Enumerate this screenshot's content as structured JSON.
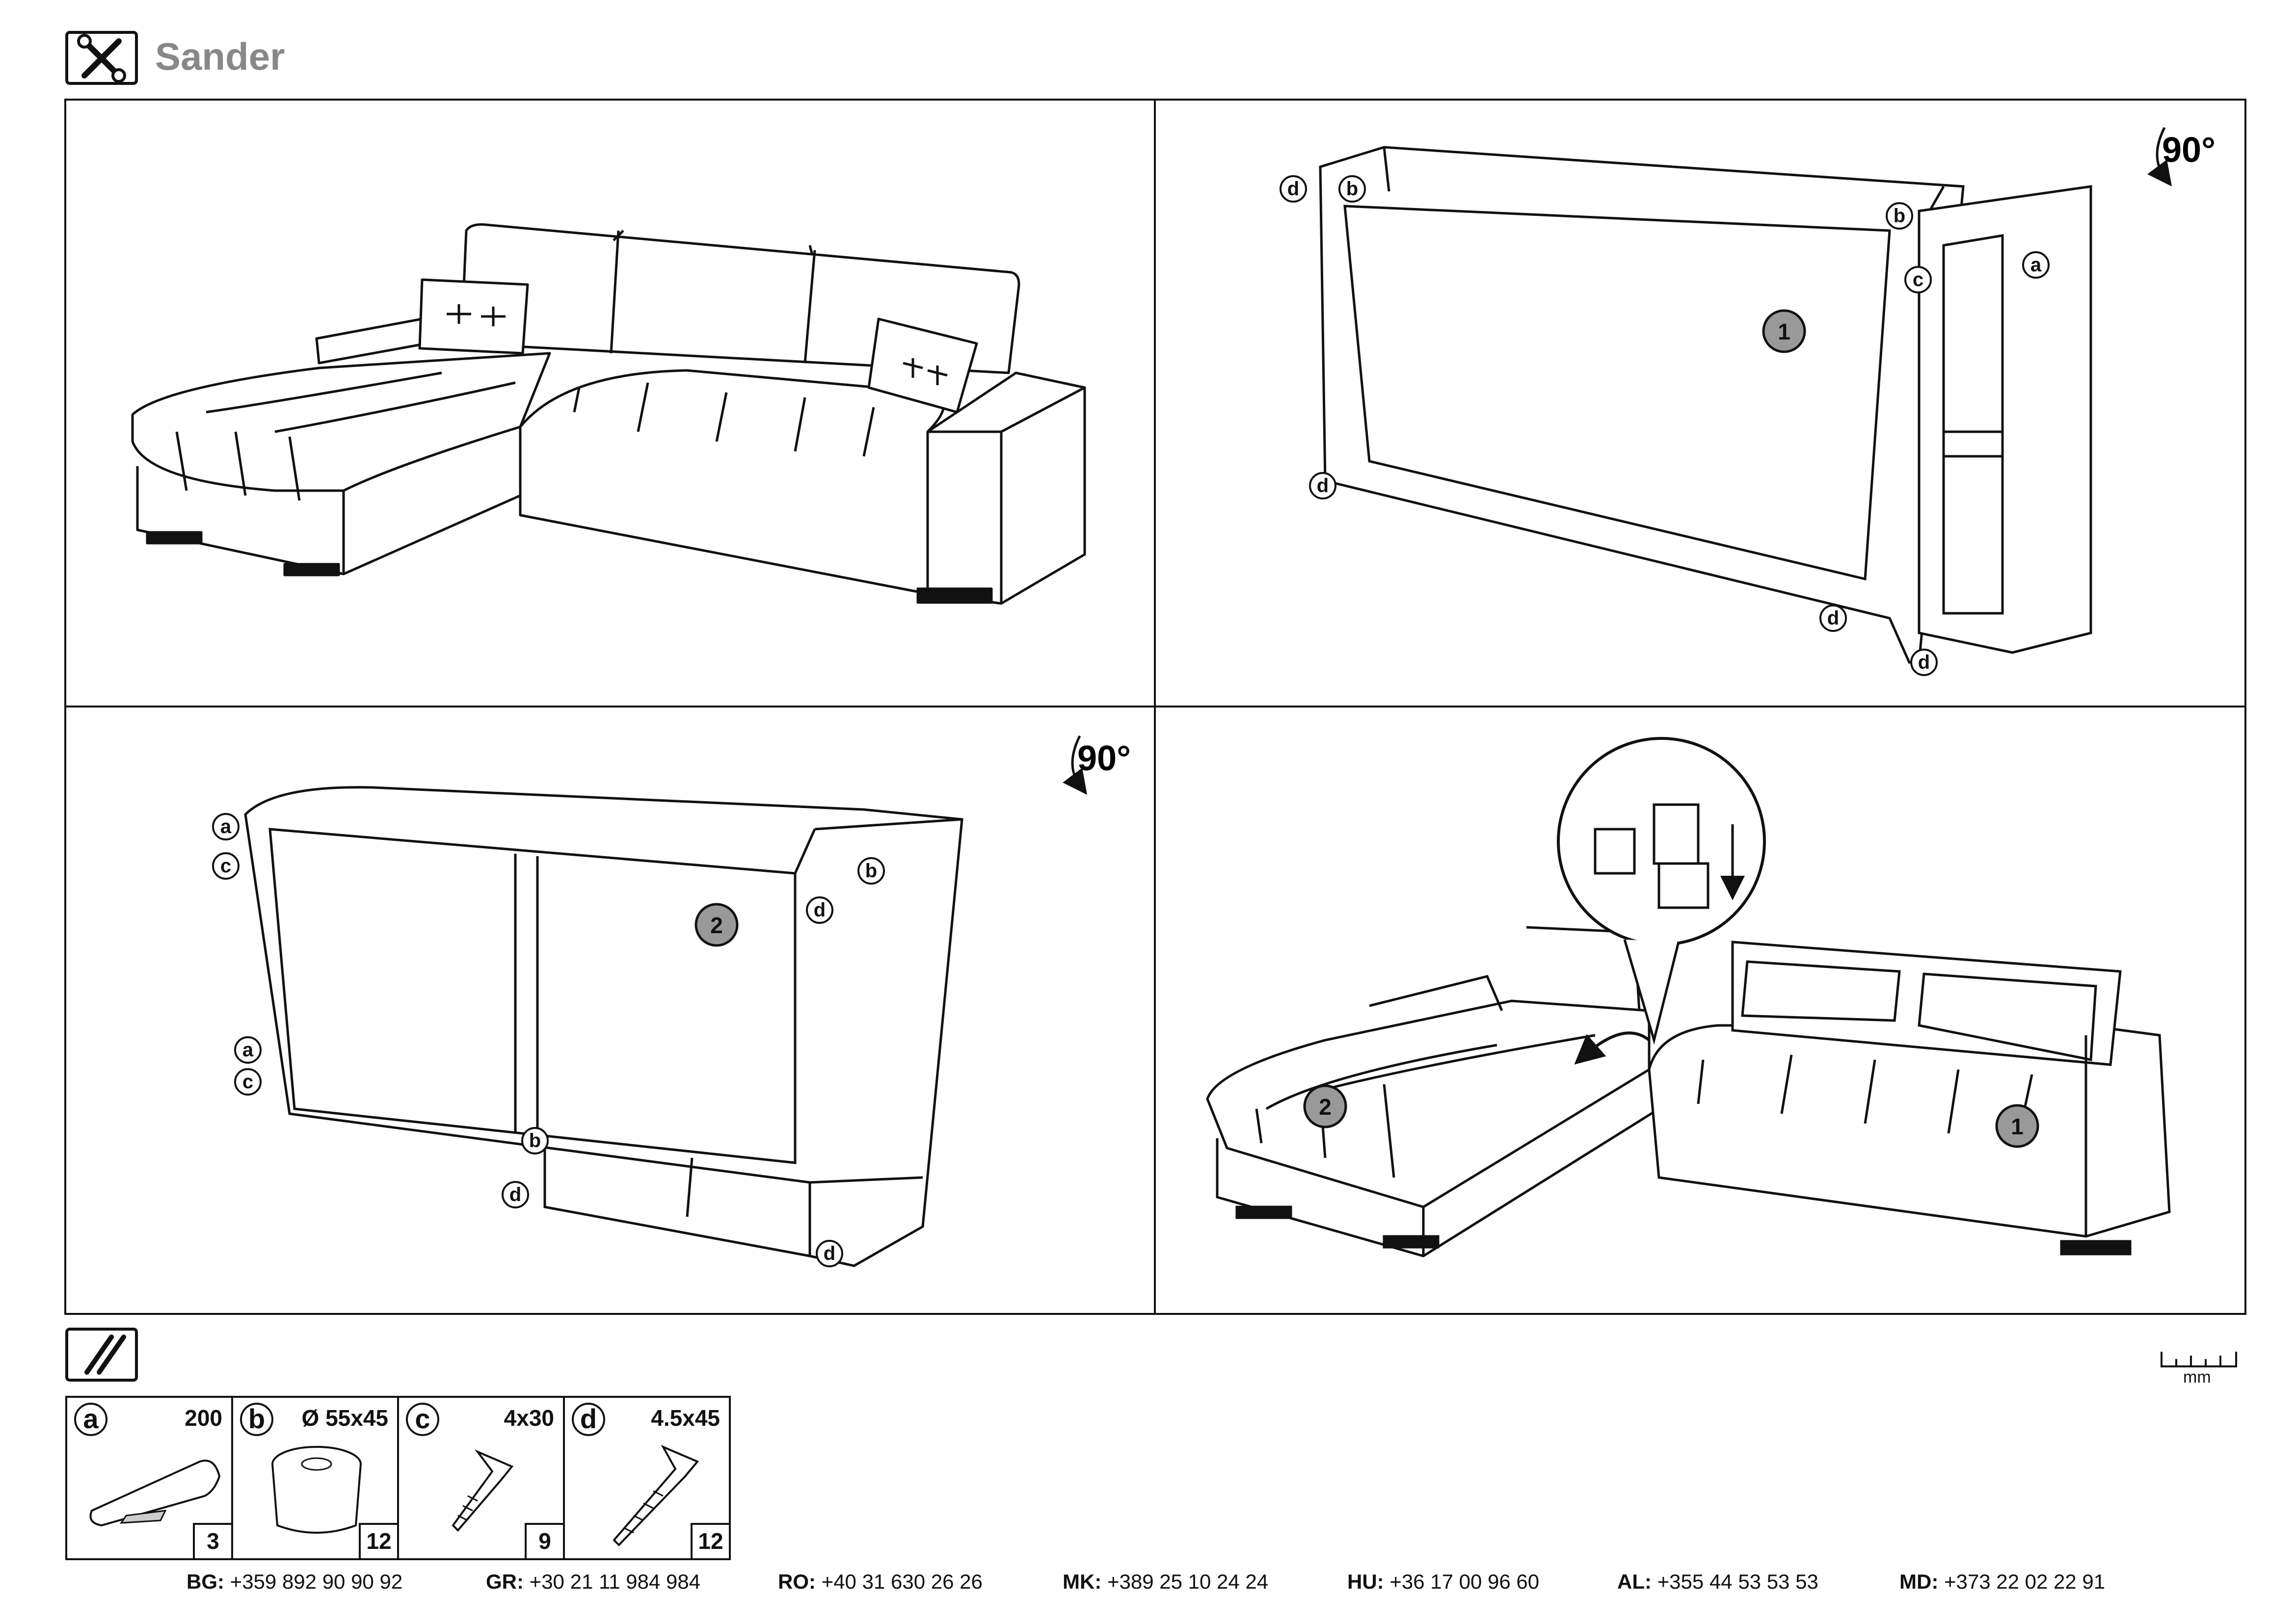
{
  "header": {
    "title": "Sander",
    "icon": "tools-icon"
  },
  "steps": [
    {
      "id": 1,
      "rotation": ""
    },
    {
      "id": 2,
      "rotation": "90°",
      "labels": {
        "part1": "1",
        "a": "a",
        "b": "b",
        "c": "c",
        "d": "d"
      }
    },
    {
      "id": 3,
      "rotation": "90°",
      "labels": {
        "part2": "2",
        "a": "a",
        "b": "b",
        "c": "c",
        "d": "d"
      }
    },
    {
      "id": 4,
      "rotation": "",
      "labels": {
        "part1": "1",
        "part2": "2"
      }
    }
  ],
  "parts_icon": "screws-icon",
  "parts": [
    {
      "letter": "a",
      "size": "200",
      "qty": "3",
      "icon": "connector-rod-icon"
    },
    {
      "letter": "b",
      "size": "Ø 55x45",
      "qty": "12",
      "icon": "furniture-leg-icon"
    },
    {
      "letter": "c",
      "size": "4x30",
      "qty": "9",
      "icon": "screw-icon"
    },
    {
      "letter": "d",
      "size": "4.5x45",
      "qty": "12",
      "icon": "screw-icon"
    }
  ],
  "ruler": {
    "unit": "mm",
    "icon": "ruler-icon"
  },
  "contacts": [
    {
      "code": "BG:",
      "phone": "+359 892 90 90 92"
    },
    {
      "code": "GR:",
      "phone": "+30 21 11 984 984"
    },
    {
      "code": "RO:",
      "phone": "+40 31 630 26 26"
    },
    {
      "code": "MK:",
      "phone": "+389 25 10 24 24"
    },
    {
      "code": "HU:",
      "phone": "+36 17 00 96 60"
    },
    {
      "code": "AL:",
      "phone": "+355 44 53 53 53"
    },
    {
      "code": "MD:",
      "phone": "+373 22 02 22 91"
    }
  ]
}
